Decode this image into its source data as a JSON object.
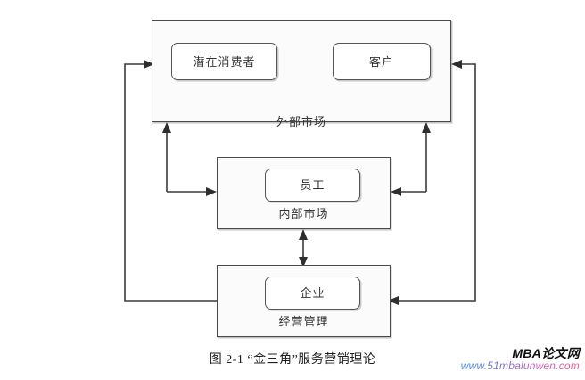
{
  "figure": {
    "caption": "图 2-1  “金三角”服务营销理论",
    "caption_number": "图 2-1",
    "caption_title": "“金三角”服务营销理论"
  },
  "diagram": {
    "type": "block-diagram",
    "outer_market": {
      "label": "外部市场",
      "children": [
        {
          "label": "潜在消费者"
        },
        {
          "label": "客户"
        }
      ]
    },
    "internal_market": {
      "label": "内部市场",
      "children": [
        {
          "label": "员工"
        }
      ]
    },
    "management": {
      "label": "经营管理",
      "children": [
        {
          "label": "企业"
        }
      ]
    },
    "colors": {
      "line": "#3a3a3a",
      "box_border": "#4a4a4a",
      "box_fill": "#fbfbfb",
      "inner_fill": "#ffffff",
      "text": "#333333"
    }
  },
  "watermark": {
    "brand": "MBA论文网",
    "url": "www.51mbalunwen.com"
  }
}
